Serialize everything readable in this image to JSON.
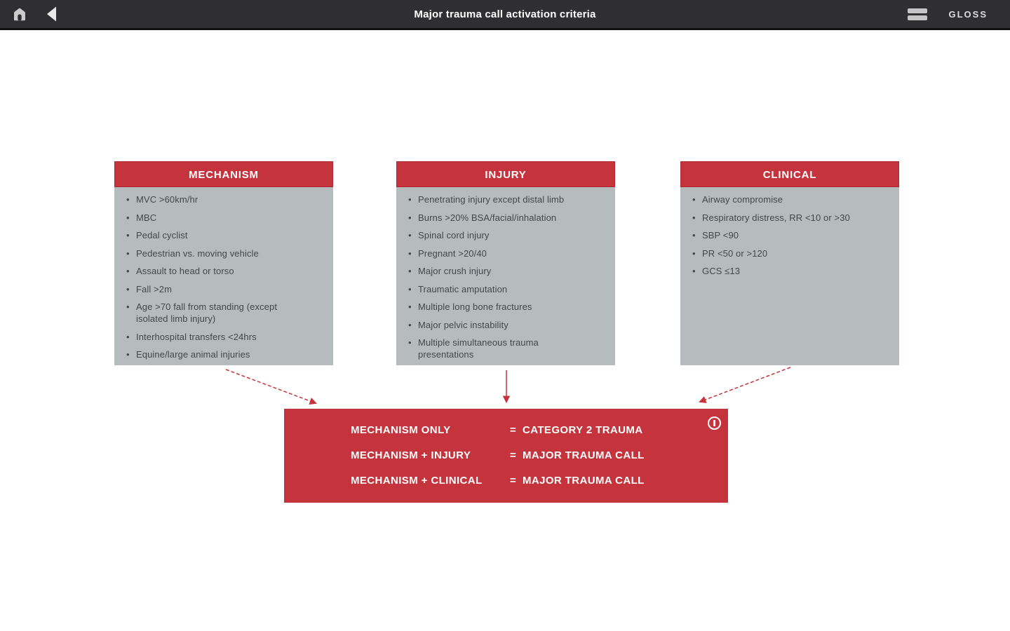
{
  "top_bar": {
    "title": "Major trauma call activation criteria",
    "gloss_label": "GLOSS"
  },
  "icons": {
    "home_icon": "⌂",
    "back_icon": "◀",
    "menu_icon": "≡",
    "info_icon": "ⓘ"
  },
  "colors": {
    "accent_red": "#c5343c",
    "card_body_gray": "#b6bbbe",
    "topbar_bg": "#2f2f31",
    "body_text": "#43474a"
  },
  "cards": [
    {
      "title": "MECHANISM",
      "items": [
        "MVC >60km/hr",
        "MBC",
        "Pedal cyclist",
        "Pedestrian vs. moving vehicle",
        "Assault to head or torso",
        "Fall >2m",
        "Age >70 fall from standing (except isolated limb injury)",
        "Interhospital transfers <24hrs",
        "Equine/large animal injuries"
      ]
    },
    {
      "title": "INJURY",
      "items": [
        "Penetrating injury except distal limb",
        "Burns >20% BSA/facial/inhalation",
        "Spinal cord injury",
        "Pregnant >20/40",
        "Major crush injury",
        "Traumatic amputation",
        "Multiple long bone fractures",
        "Major pelvic instability",
        "Multiple simultaneous trauma presentations"
      ]
    },
    {
      "title": "CLINICAL",
      "items": [
        "Airway compromise",
        "Respiratory distress, RR <10 or >30",
        "SBP <90",
        "PR <50 or >120",
        "GCS ≤13"
      ]
    }
  ],
  "summary": {
    "rows": [
      {
        "left": "MECHANISM ONLY",
        "eq": "=",
        "right": "CATEGORY 2 TRAUMA"
      },
      {
        "left": "MECHANISM + INJURY",
        "eq": "=",
        "right": "MAJOR TRAUMA CALL"
      },
      {
        "left": "MECHANISM + CLINICAL",
        "eq": "=",
        "right": "MAJOR TRAUMA CALL"
      }
    ]
  }
}
